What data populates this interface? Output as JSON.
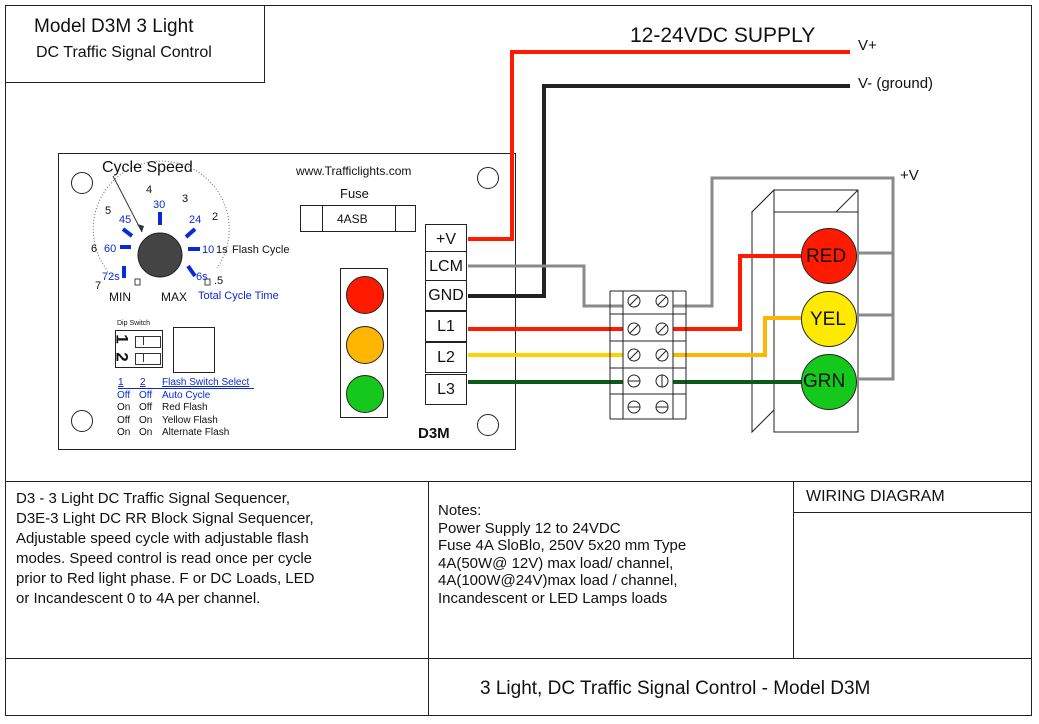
{
  "title_block": {
    "line1": "Model D3M  3 Light",
    "line2": "DC Traffic Signal Control"
  },
  "supply": {
    "label": "12-24VDC SUPPLY",
    "vplus": "V+",
    "vminus": "V- (ground)",
    "plusv": "+V"
  },
  "board": {
    "cycle_speed": "Cycle Speed",
    "website": "www.Trafficlights.com",
    "fuse_label": "Fuse",
    "fuse_value": "4ASB",
    "dial_outer": [
      "7",
      "6",
      "5",
      "4",
      "3",
      "2",
      "1s"
    ],
    "dial_inner": [
      "72s",
      "60",
      "45",
      "30",
      "24",
      "10",
      "6s"
    ],
    "dial_end": ".5",
    "flash_cycle": "Flash Cycle",
    "min": "MIN",
    "max": "MAX",
    "total_cycle": "Total Cycle Time",
    "dip_label": "Dip Switch",
    "dip_numbers": [
      "1",
      "2"
    ],
    "switch_header": [
      "1",
      "2",
      "Flash Switch Select"
    ],
    "switch_rows": [
      {
        "s1": "Off",
        "s2": "Off",
        "mode": "Auto Cycle",
        "blue": true
      },
      {
        "s1": "On",
        "s2": "Off",
        "mode": "Red Flash",
        "blue": false
      },
      {
        "s1": "Off",
        "s2": "On",
        "mode": "Yellow Flash",
        "blue": false
      },
      {
        "s1": "On",
        "s2": "On",
        "mode": "Alternate Flash",
        "blue": false
      }
    ],
    "terminals": [
      "+V",
      "LCM",
      "GND",
      "L1",
      "L2",
      "L3"
    ],
    "model": "D3M"
  },
  "signal": {
    "red": "RED",
    "yellow": "YEL",
    "green": "GRN"
  },
  "colors": {
    "red": "#ff1a00",
    "yellow": "#ffd200",
    "green": "#15c81c",
    "amber": "#ffb600",
    "wire_dark_green": "#0c5a18",
    "wire_gray": "#8a8a8a",
    "blue": "#0a2ad6"
  },
  "description": [
    "D3 - 3 Light DC Traffic Signal Sequencer,",
    "D3E-3 Light DC RR Block Signal Sequencer,",
    "Adjustable speed cycle with adjustable flash",
    "modes.  Speed control is read once per cycle",
    "prior to Red light phase.  F or DC Loads, LED",
    "or Incandescent  0 to 4A per channel."
  ],
  "notes": [
    "Notes:",
    "Power Supply 12 to 24VDC",
    "Fuse 4A SloBlo, 250V 5x20 mm Type",
    "4A(50W@ 12V) max load/ channel,",
    "4A(100W@24V)max load / channel,",
    "Incandescent or LED Lamps loads"
  ],
  "wiring_diagram": "WIRING DIAGRAM",
  "footer_title": "3 Light, DC Traffic Signal Control  - Model D3M"
}
